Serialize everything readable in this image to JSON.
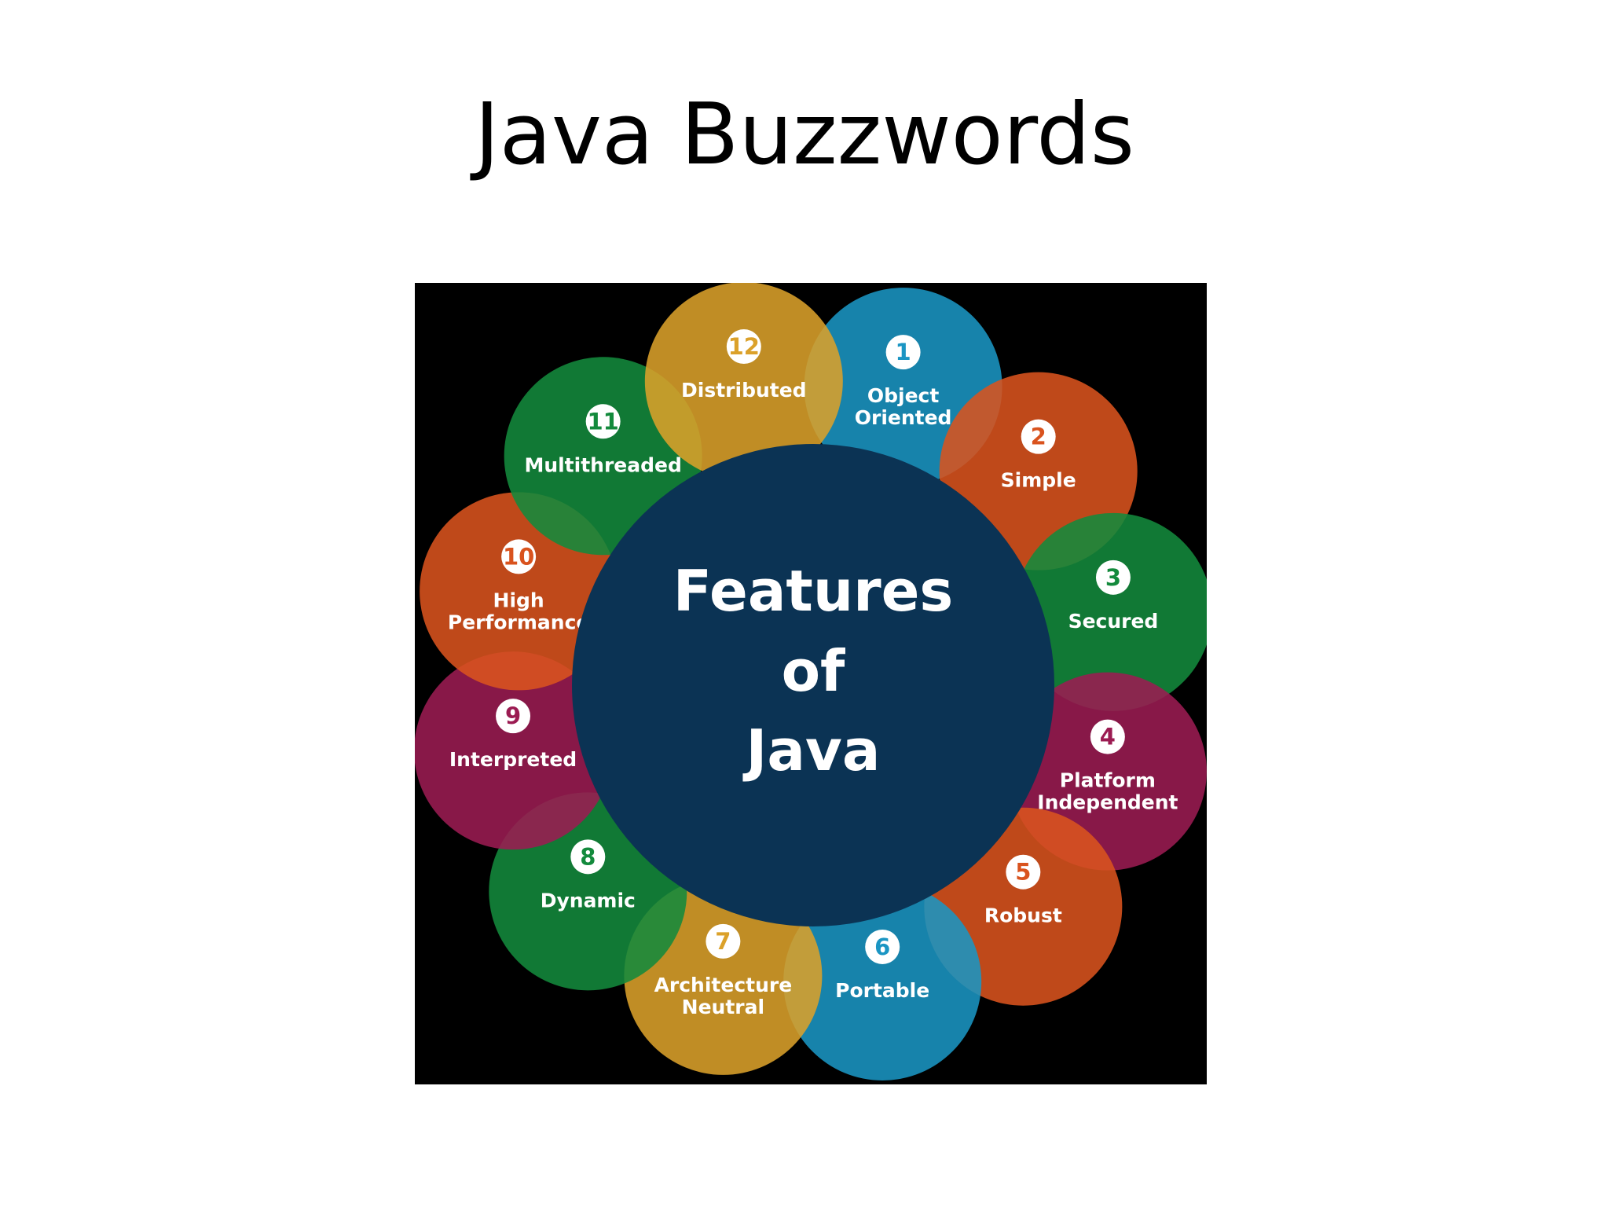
{
  "slide": {
    "title": "Java Buzzwords"
  },
  "diagram": {
    "center_lines": [
      "Features",
      "of",
      "Java"
    ],
    "center_color": "#0b3354",
    "background_color": "#000000",
    "features": [
      {
        "number": "1",
        "lines": [
          "Object",
          "Oriented"
        ],
        "color": "#1a95c3"
      },
      {
        "number": "2",
        "lines": [
          "Simple"
        ],
        "color": "#d9531e"
      },
      {
        "number": "3",
        "lines": [
          "Secured"
        ],
        "color": "#138a3c"
      },
      {
        "number": "4",
        "lines": [
          "Platform",
          "Independent"
        ],
        "color": "#9b1b52"
      },
      {
        "number": "5",
        "lines": [
          "Robust"
        ],
        "color": "#d9531e"
      },
      {
        "number": "6",
        "lines": [
          "Portable"
        ],
        "color": "#1a95c3"
      },
      {
        "number": "7",
        "lines": [
          "Architecture",
          "Neutral"
        ],
        "color": "#dba12a"
      },
      {
        "number": "8",
        "lines": [
          "Dynamic"
        ],
        "color": "#138a3c"
      },
      {
        "number": "9",
        "lines": [
          "Interpreted"
        ],
        "color": "#9b1b52"
      },
      {
        "number": "10",
        "lines": [
          "High",
          "Performance"
        ],
        "color": "#d9531e"
      },
      {
        "number": "11",
        "lines": [
          "Multithreaded"
        ],
        "color": "#138a3c"
      },
      {
        "number": "12",
        "lines": [
          "Distributed"
        ],
        "color": "#dba12a"
      }
    ]
  }
}
